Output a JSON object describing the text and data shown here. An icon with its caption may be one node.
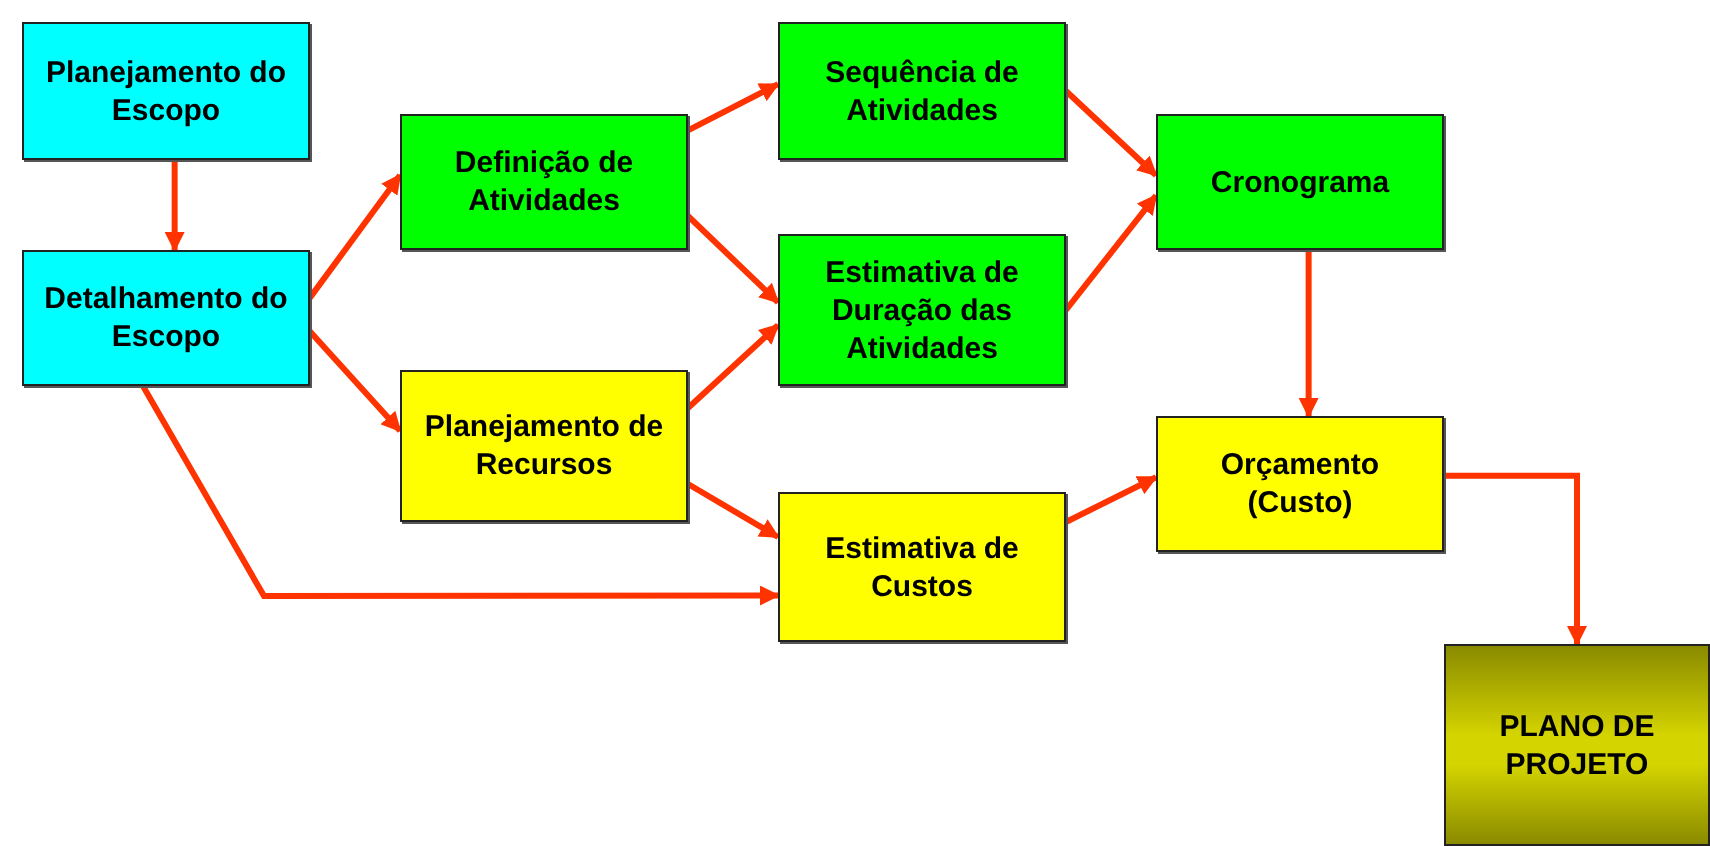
{
  "diagram": {
    "nodes": [
      {
        "text": [
          "Planejamento do Escopo"
        ]
      },
      {
        "text": [
          "Detalhamento do Escopo"
        ]
      },
      {
        "text": [
          "Definição de Atividades"
        ]
      },
      {
        "text": [
          "Planejamento de Recursos"
        ]
      },
      {
        "text": [
          "Sequência de Atividades"
        ]
      },
      {
        "text": [
          "Estimativa de Duração das Atividades"
        ]
      },
      {
        "text": [
          "Estimativa de Custos"
        ]
      },
      {
        "text": [
          "Cronograma"
        ]
      },
      {
        "text": [
          "Orçamento (Custo)"
        ]
      },
      {
        "text": [
          "PLANO DE PROJETO"
        ]
      }
    ],
    "edges": [
      {
        "from": 0,
        "to": 1,
        "arrow": "to"
      },
      {
        "from": 1,
        "to": 2,
        "arrow": "to"
      },
      {
        "from": 1,
        "to": 3,
        "arrow": "to"
      },
      {
        "from": 1,
        "to": 6,
        "arrow": "to"
      },
      {
        "from": 2,
        "to": 4,
        "arrow": "to"
      },
      {
        "from": 2,
        "to": 5,
        "arrow": "to"
      },
      {
        "from": 3,
        "to": 5,
        "arrow": "to"
      },
      {
        "from": 3,
        "to": 6,
        "arrow": "to"
      },
      {
        "from": 4,
        "to": 7,
        "arrow": "to"
      },
      {
        "from": 5,
        "to": 7,
        "arrow": "to"
      },
      {
        "from": 6,
        "to": 8,
        "arrow": "to"
      },
      {
        "from": 7,
        "to": 8,
        "arrow": "to"
      },
      {
        "from": 8,
        "to": 9,
        "arrow": "to"
      }
    ]
  }
}
